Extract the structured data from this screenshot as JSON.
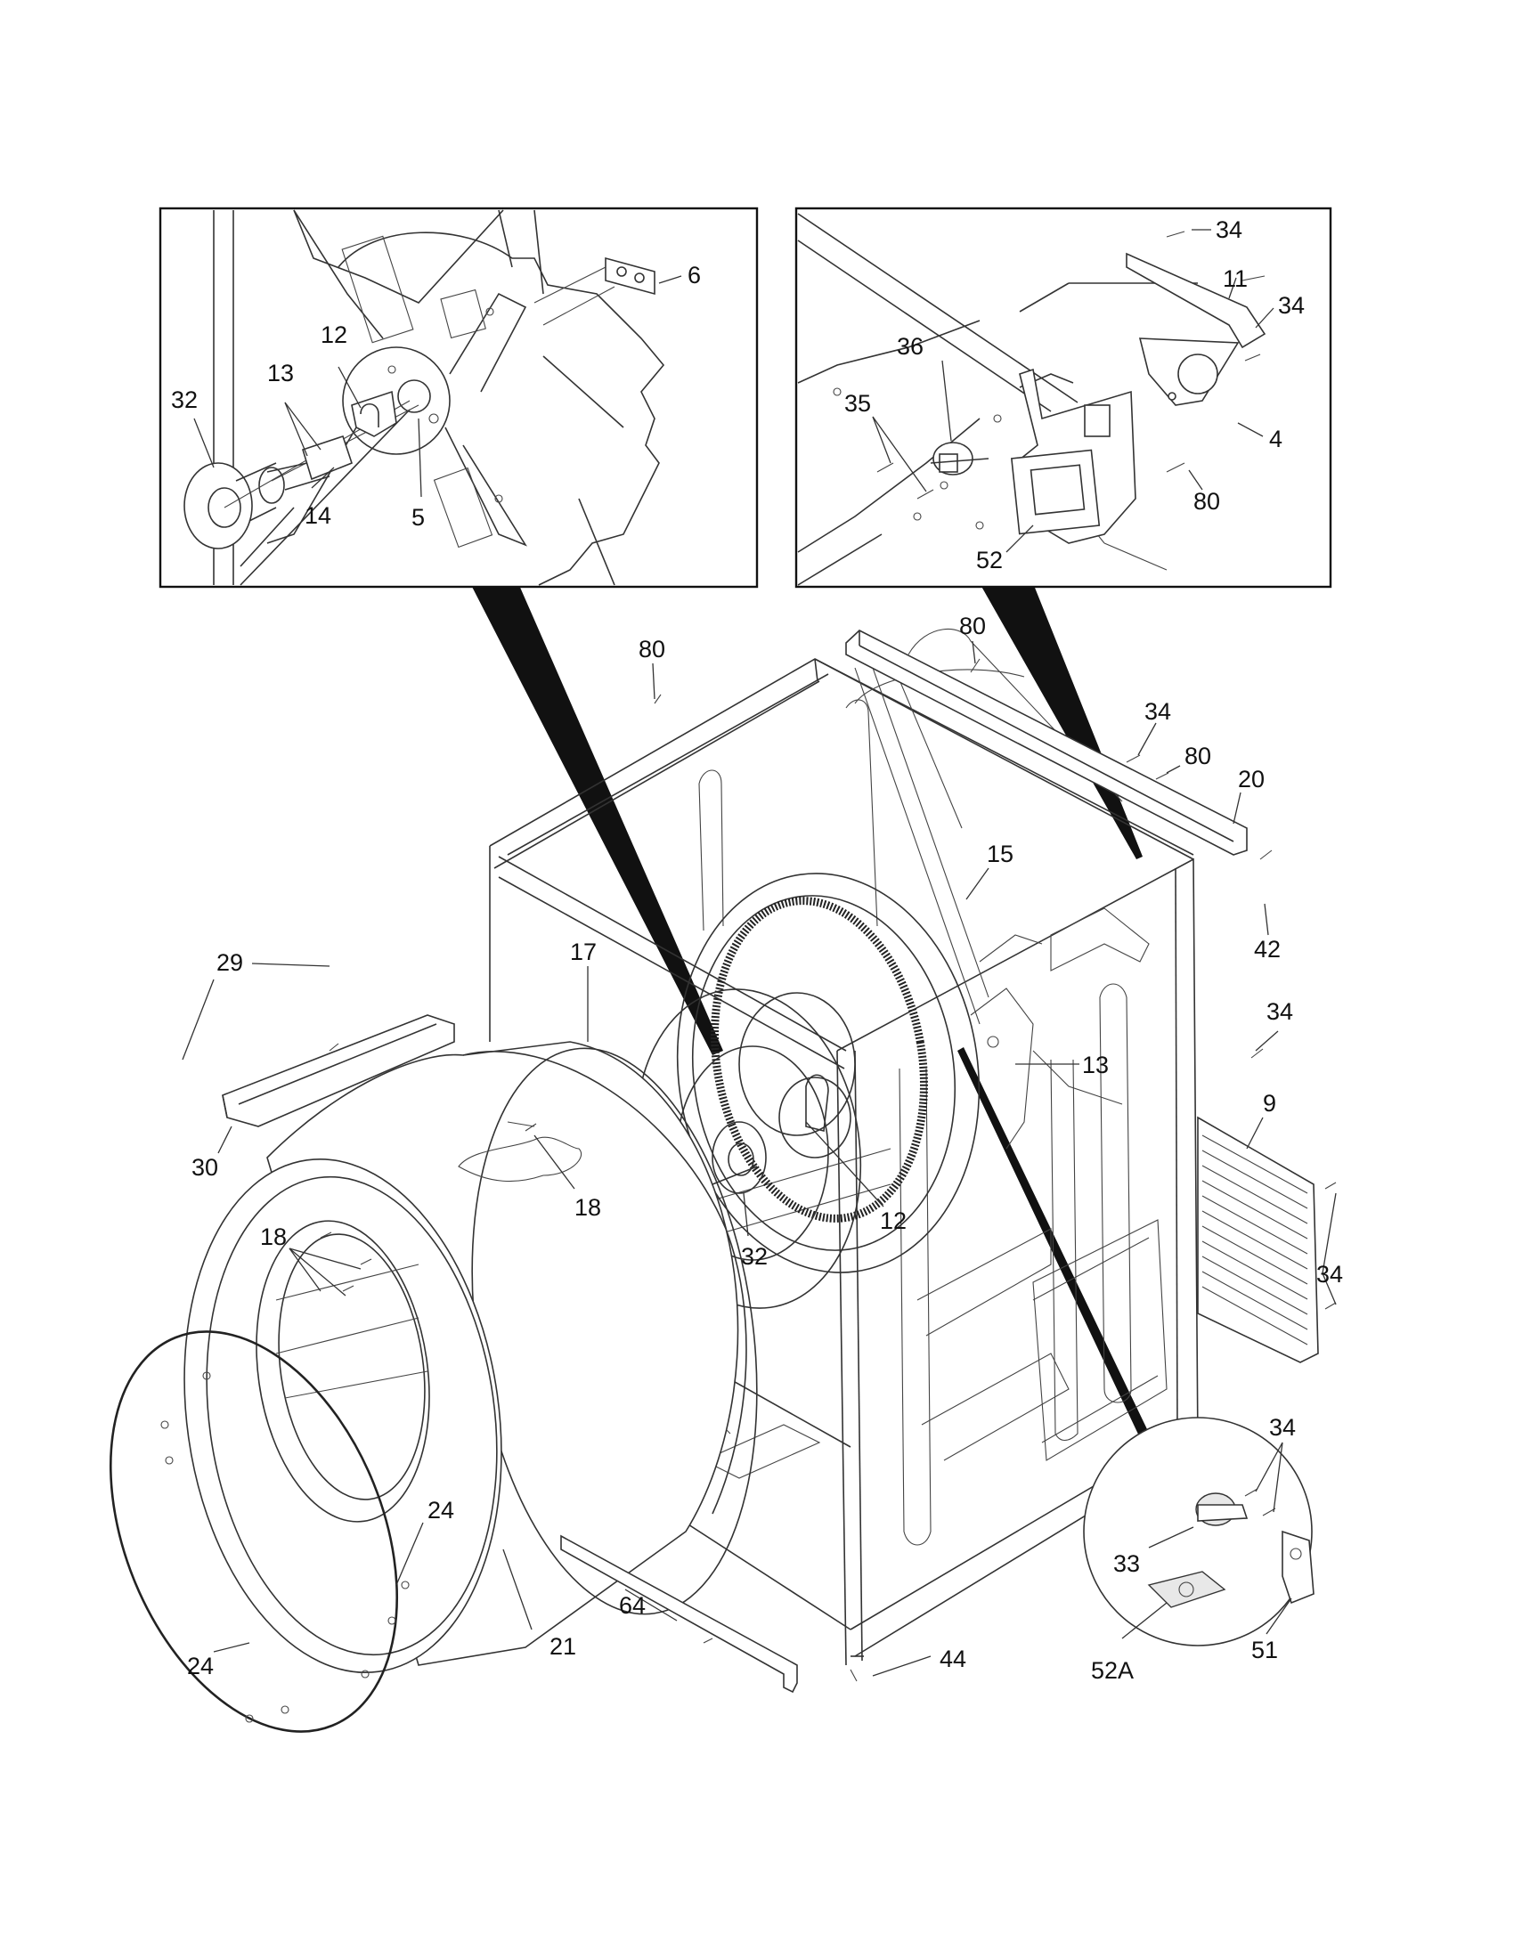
{
  "inset_left": {
    "labels": {
      "p6": "6",
      "p12": "12",
      "p13": "13",
      "p32": "32",
      "p14": "14",
      "p5": "5"
    }
  },
  "inset_right": {
    "labels": {
      "p34a": "34",
      "p11": "11",
      "p34b": "34",
      "p36": "36",
      "p35": "35",
      "p4": "4",
      "p80": "80",
      "p52": "52"
    }
  },
  "main": {
    "labels": {
      "p80a": "80",
      "p80b": "80",
      "p34a": "34",
      "p80c": "80",
      "p20": "20",
      "p15": "15",
      "p42": "42",
      "p29": "29",
      "p17": "17",
      "p34b": "34",
      "p13": "13",
      "p9": "9",
      "p30": "30",
      "p18a": "18",
      "p12": "12",
      "p34c": "34",
      "p18b": "18",
      "p32": "32",
      "p34d": "34",
      "p24a": "24",
      "p33": "33",
      "p21": "21",
      "p64": "64",
      "p51": "51",
      "p24b": "24",
      "p44": "44",
      "p52A": "52A"
    }
  }
}
